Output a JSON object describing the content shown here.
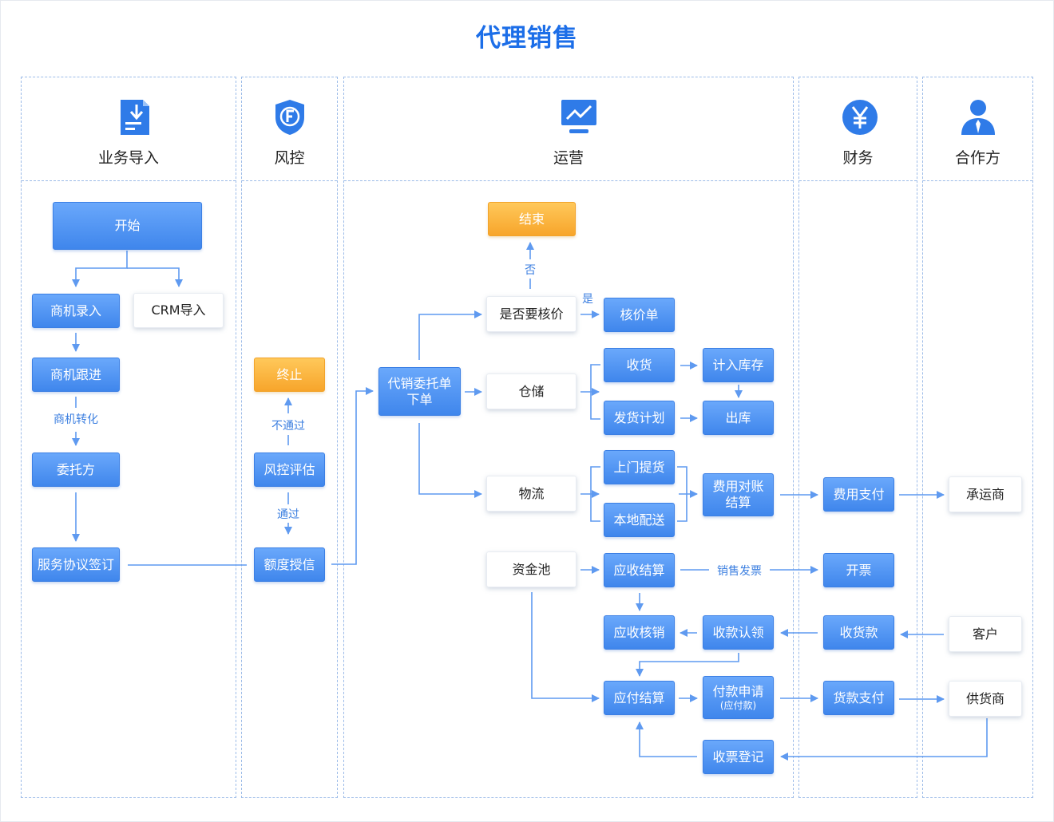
{
  "title": "代理销售",
  "lanes": {
    "business": "业务导入",
    "risk": "风控",
    "ops": "运营",
    "finance": "财务",
    "partner": "合作方"
  },
  "nodes": {
    "start": "开始",
    "lead_entry": "商机录入",
    "crm_import": "CRM导入",
    "lead_follow": "商机跟进",
    "principal": "委托方",
    "agreement_sign": "服务协议签订",
    "risk_terminate": "终止",
    "risk_assess": "风控评估",
    "credit_grant": "额度授信",
    "consign_order_l1": "代销委托单",
    "consign_order_l2": "下单",
    "end": "结束",
    "need_price_check": "是否要核价",
    "price_check_sheet": "核价单",
    "warehouse": "仓储",
    "receive_goods": "收货",
    "stock_in": "计入库存",
    "ship_plan": "发货计划",
    "stock_out": "出库",
    "logistics": "物流",
    "door_pickup": "上门提货",
    "local_delivery": "本地配送",
    "fee_reconcile_l1": "费用对账",
    "fee_reconcile_l2": "结算",
    "fee_payment": "费用支付",
    "carrier": "承运商",
    "fund_pool": "资金池",
    "receivable_settle": "应收结算",
    "invoice": "开票",
    "receivable_writeoff": "应收核销",
    "receipt_claim": "收款认领",
    "collect_payment": "收货款",
    "customer": "客户",
    "payable_settle": "应付结算",
    "payment_request_l1": "付款申请",
    "payment_request_l2": "(应付款)",
    "goods_payment": "货款支付",
    "supplier": "供货商",
    "invoice_register": "收票登记"
  },
  "edge_labels": {
    "lead_convert": "商机转化",
    "not_pass": "不通过",
    "pass": "通过",
    "no": "否",
    "yes": "是",
    "sales_invoice": "销售发票"
  },
  "colors": {
    "title": "#1c6ee8",
    "node_blue": "#4a8ff0",
    "node_orange": "#f8ad35",
    "connector": "#5f9af0",
    "lane_border": "#9cbbe8"
  },
  "icons": {
    "business": "document-import-icon",
    "risk": "shield-f-icon",
    "ops": "monitor-chart-icon",
    "finance": "yen-coin-icon",
    "partner": "person-icon"
  }
}
